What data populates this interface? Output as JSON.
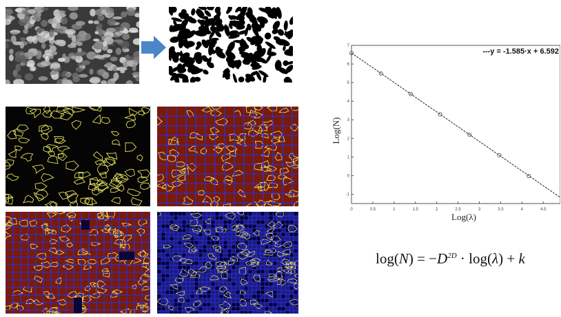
{
  "figure": {
    "colors": {
      "arrow": "#4a86c8",
      "contour": "#e6e35a",
      "grid_blue": "#2e2fd0",
      "grid_red_bg": "#7a1a08",
      "grid_blue_bg": "#1a1a80"
    },
    "panels": [
      "grayscale-image",
      "binarized-image",
      "contour-image",
      "grid-coarse",
      "grid-medium",
      "grid-fine"
    ],
    "formula": {
      "lhs": "log(",
      "N": "N",
      "mid": ") = −",
      "D": "D",
      "sup": "2D",
      "rest": " · log(",
      "lambda": "λ",
      "end": ") + ",
      "k": "k"
    }
  },
  "chart_data": {
    "type": "scatter",
    "xlabel": "Log(λ)",
    "ylabel": "Log(N)",
    "xlim": [
      0,
      4.9
    ],
    "ylim": [
      -1.5,
      7
    ],
    "xticks": [
      "0",
      "0.5",
      "1",
      "1.5",
      "2",
      "2.5",
      "3",
      "3.5",
      "4",
      "4.5"
    ],
    "xtick_values": [
      0,
      0.5,
      1,
      1.5,
      2,
      2.5,
      3,
      3.5,
      4,
      4.5
    ],
    "yticks": [
      "7",
      "6",
      "5",
      "4",
      "3",
      "2",
      "1",
      "0",
      "-1"
    ],
    "ytick_values": [
      7,
      6,
      5,
      4,
      3,
      2,
      1,
      0,
      -1
    ],
    "points": {
      "x": [
        0,
        0.69,
        1.39,
        2.08,
        2.77,
        3.47,
        4.16
      ],
      "y": [
        6.59,
        5.49,
        4.39,
        3.29,
        2.2,
        1.09,
        -0.02
      ]
    },
    "fit": {
      "label": "y = -1.585·x + 6.592",
      "slope": -1.585,
      "intercept": 6.592
    },
    "legend_text": "---y = -1.585·x + 6.592",
    "legend_position": "top-right"
  }
}
